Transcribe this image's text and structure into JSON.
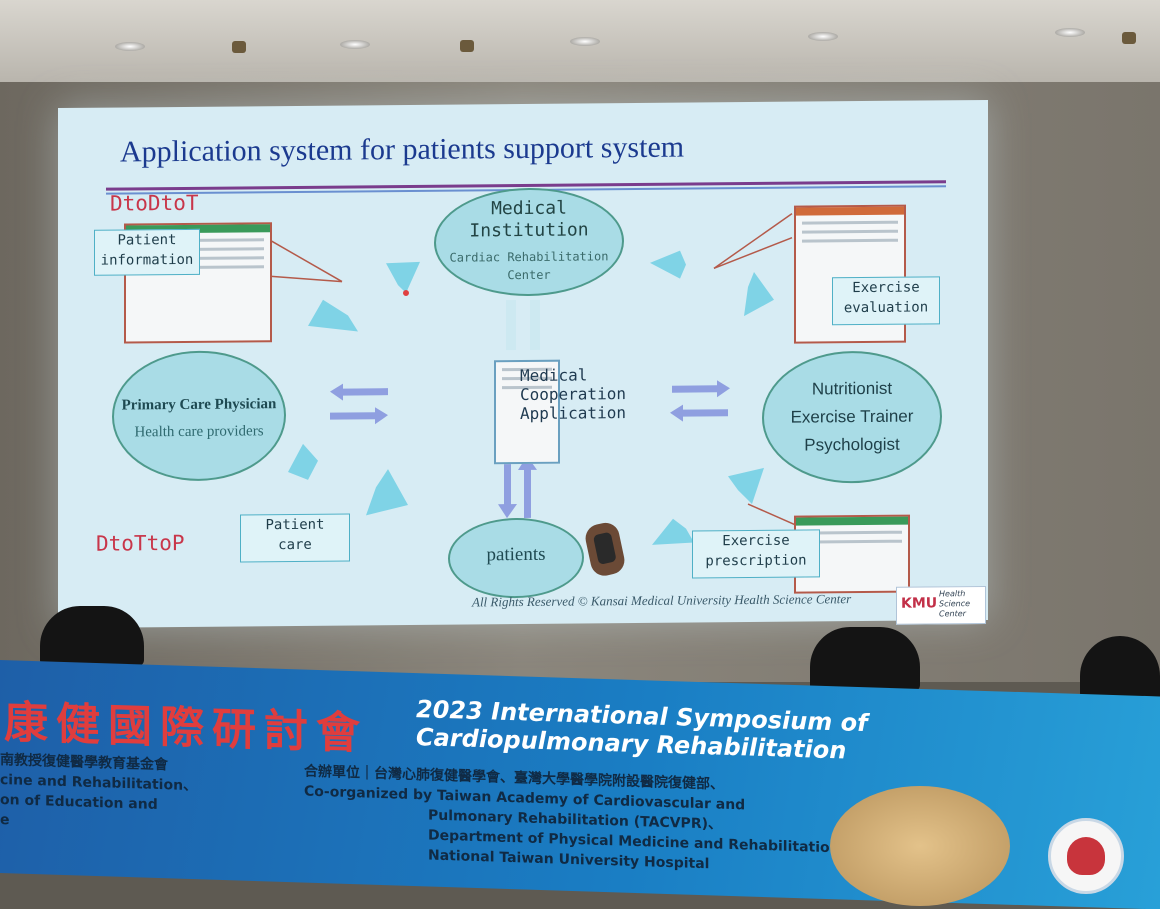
{
  "slide": {
    "title": "Application system for patients support system",
    "tag_top": "DtoDtoT",
    "tag_bottom": "DtoTtoP",
    "medical_institution": {
      "line1": "Medical",
      "line2": "Institution",
      "line3": "Cardiac Rehabilitation",
      "line4": "Center"
    },
    "primary_care": {
      "line1": "Primary Care Physician",
      "line2": "Health care providers"
    },
    "center_app": {
      "line1": "Medical",
      "line2": "Cooperation",
      "line3": "Application"
    },
    "team": {
      "line1": "Nutritionist",
      "line2": "Exercise Trainer",
      "line3": "Psychologist"
    },
    "patients": "patients",
    "box_patient_info": {
      "line1": "Patient",
      "line2": "information"
    },
    "box_exercise_eval": {
      "line1": "Exercise",
      "line2": "evaluation"
    },
    "box_patient_care": {
      "line1": "Patient",
      "line2": "care"
    },
    "box_exercise_presc": {
      "line1": "Exercise",
      "line2": "prescription"
    },
    "copyright": "All Rights Reserved © Kansai Medical University Health Science Center",
    "logo": {
      "line1": "Health",
      "line2": "Science",
      "line3": "Center",
      "mark": "KMU"
    }
  },
  "banner": {
    "cn_title": "康健國際研討會",
    "en_line1": "2023 International Symposium of",
    "en_line2": "Cardiopulmonary Rehabilitation",
    "left_cn": "南教授復健醫學教育基金會",
    "left_en1": "cine and Rehabilitation、",
    "left_en2": "on of Education and",
    "left_en3": "e",
    "co_cn": "合辦單位｜台灣心肺復健醫學會、臺灣大學醫學院附設醫院復健部、",
    "co_en1": "Co-organized by Taiwan Academy of Cardiovascular and",
    "co_en2": "Pulmonary Rehabilitation (TACVPR)、",
    "co_en3": "Department of Physical Medicine and Rehabilitation,",
    "co_en4": "National Taiwan University Hospital"
  },
  "colors": {
    "slide_bg": "#d7ecf4",
    "title": "#1b3a8f",
    "arrow": "#7fd3e6",
    "banner": "#1a7ec4"
  }
}
